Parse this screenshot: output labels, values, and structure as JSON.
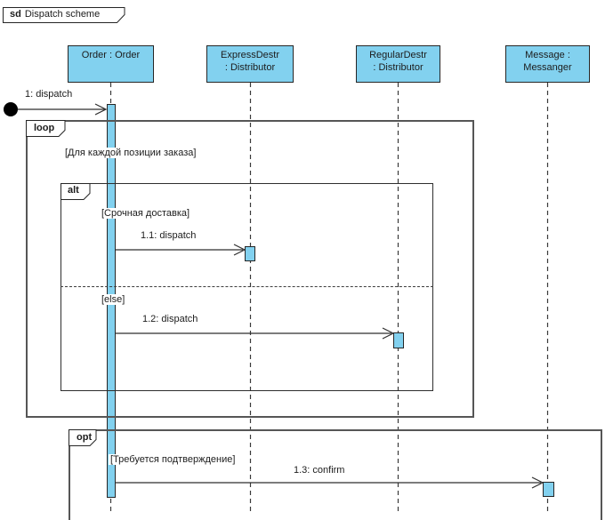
{
  "title": {
    "keyword": "sd",
    "name": "Dispatch scheme"
  },
  "lifelines": [
    {
      "name": "Order : Order",
      "line1": "Order : Order",
      "line2": ""
    },
    {
      "name": "ExpressDestr : Distributor",
      "line1": "ExpressDestr",
      "line2": ": Distributor"
    },
    {
      "name": "RegularDestr : Distributor",
      "line1": "RegularDestr",
      "line2": ": Distributor"
    },
    {
      "name": "Message : Messanger",
      "line1": "Message :",
      "line2": "Messanger"
    }
  ],
  "messages": [
    {
      "label": "1: dispatch"
    },
    {
      "label": "1.1: dispatch"
    },
    {
      "label": "1.2: dispatch"
    },
    {
      "label": "1.3: confirm"
    }
  ],
  "fragments": {
    "loop": {
      "operator": "loop",
      "guard": "[Для каждой позиции заказа]"
    },
    "alt": {
      "operator": "alt",
      "guard_if": "[Срочная доставка]",
      "guard_else": "[else]"
    },
    "opt": {
      "operator": "opt",
      "guard": "[Требуется подтверждение]"
    }
  },
  "colors": {
    "shape_fill": "#82d1ef",
    "shape_border": "#262626",
    "background": "#ffffff"
  }
}
